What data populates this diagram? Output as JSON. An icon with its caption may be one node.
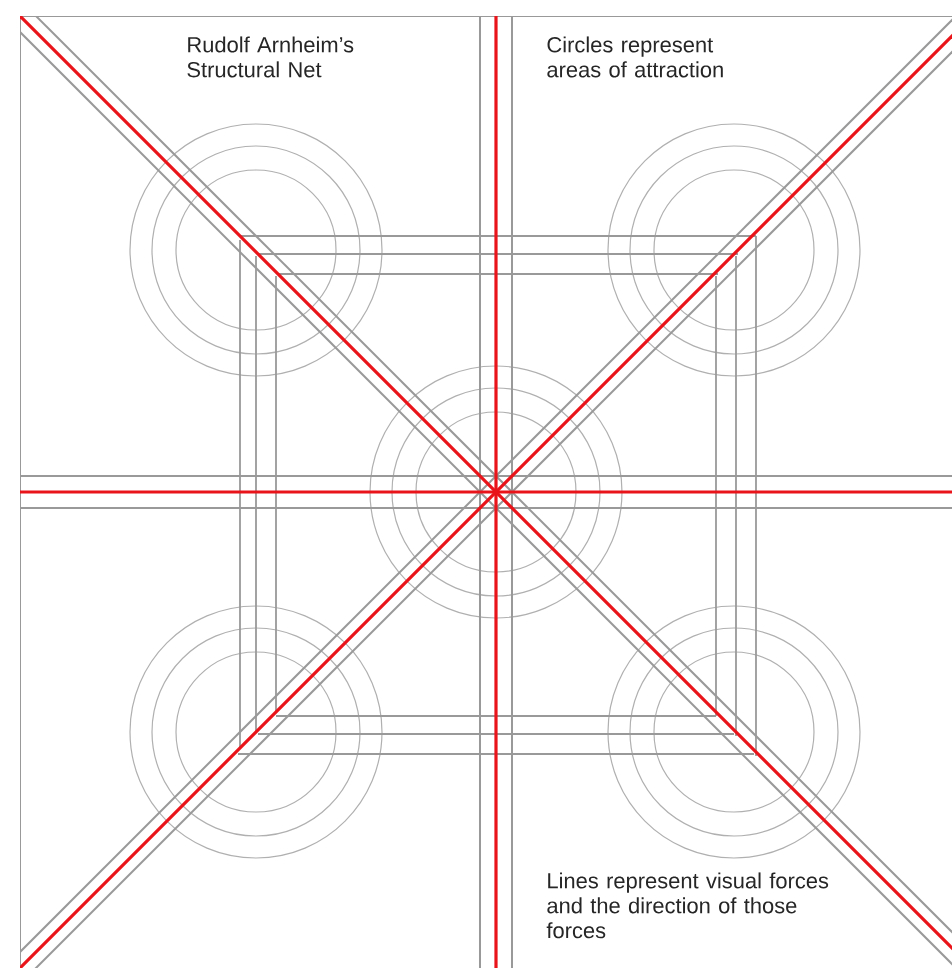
{
  "diagram": {
    "labels": [
      "Rudolf Arnheim’s Structural Net",
      "Circles represent areas of attraction",
      "Lines represent visual forces and the direction of those forces"
    ]
  }
}
